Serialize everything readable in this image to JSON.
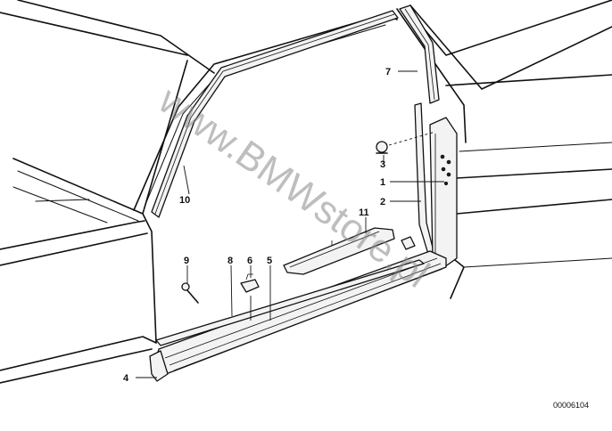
{
  "diagram": {
    "watermark": "www.BMWstore.pl",
    "reference_code": "00006104",
    "callouts": {
      "c1": "1",
      "c2": "2",
      "c3": "3",
      "c4": "4",
      "c5": "5",
      "c6": "6",
      "c7": "7",
      "c8": "8",
      "c9": "9",
      "c10": "10",
      "c11": "11"
    }
  }
}
